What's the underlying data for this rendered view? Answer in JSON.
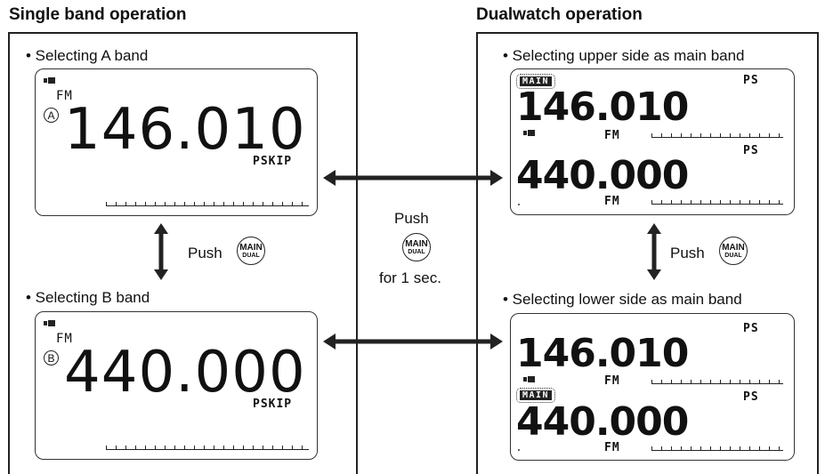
{
  "headings": {
    "single": "Single band operation",
    "dual": "Dualwatch operation"
  },
  "single": {
    "caption_a": "• Selecting A band",
    "caption_b": "• Selecting B band",
    "push_label": "Push",
    "screen_a": {
      "mode": "FM",
      "band": "A",
      "freq": "146.010",
      "flag": "PSKIP"
    },
    "screen_b": {
      "mode": "FM",
      "band": "B",
      "freq": "440.000",
      "flag": "PSKIP"
    }
  },
  "center": {
    "push_label": "Push",
    "duration": "for 1 sec."
  },
  "key": {
    "top": "MAIN",
    "bottom": "DUAL"
  },
  "dual": {
    "caption_upper": "• Selecting upper side as main band",
    "caption_lower": "• Selecting lower side as main band",
    "push_label": "Push",
    "main_label": "MAIN",
    "screen_upper": {
      "freq1": "146.010",
      "ps1": "PS",
      "mode1": "FM",
      "freq2": "440.000",
      "ps2": "PS",
      "mode2": "FM"
    },
    "screen_lower": {
      "freq1": "146.010",
      "ps1": "PS",
      "mode1": "FM",
      "freq2": "440.000",
      "ps2": "PS",
      "mode2": "FM"
    }
  },
  "icons": [
    "battery-icon",
    "double-arrow-icon",
    "main-dual-key-icon"
  ]
}
